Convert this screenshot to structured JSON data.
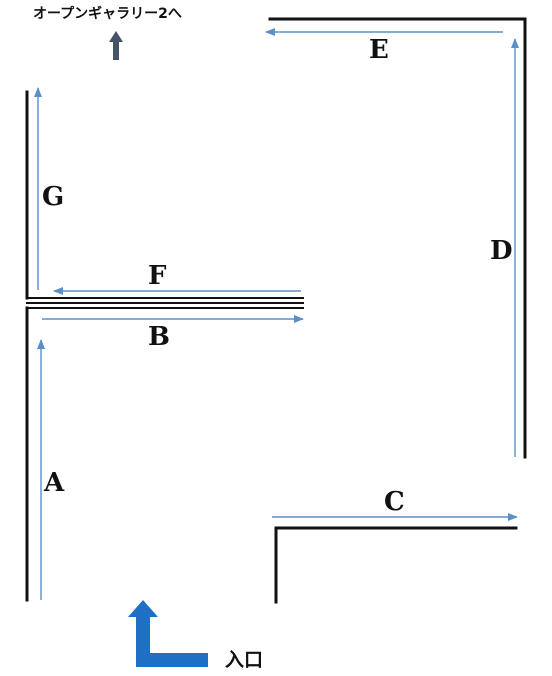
{
  "exit_label": "オープンギャラリー2へ",
  "entrance_label": "入口",
  "routes": {
    "A": "A",
    "B": "B",
    "C": "C",
    "D": "D",
    "E": "E",
    "F": "F",
    "G": "G"
  },
  "colors": {
    "wall": "#111111",
    "route_arrow": "#5b8fc7",
    "entrance_arrow": "#1f6fc4",
    "exit_arrow": "#44546a"
  },
  "icons": {
    "exit": "arrow-up-icon",
    "entrance": "entrance-arrow-icon"
  }
}
